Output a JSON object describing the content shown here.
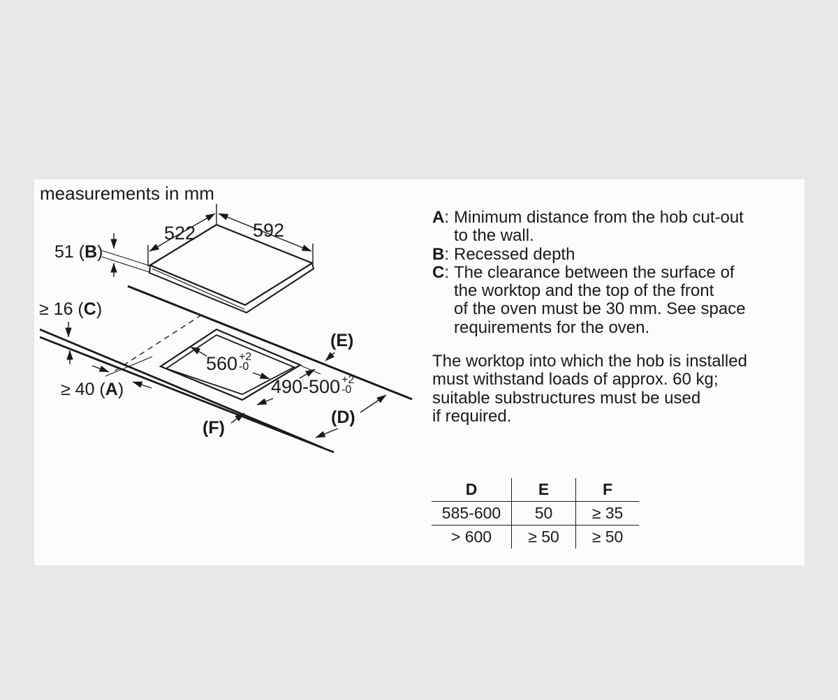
{
  "colors": {
    "background": "#e8e8e7",
    "panel": "#fcfcfc",
    "ink": "#1a1a1a"
  },
  "panel": {
    "title": "measurements in mm"
  },
  "diagram": {
    "hob_width": "592",
    "hob_depth": "522",
    "recessed_depth": {
      "pre": "51 (",
      "letter": "B",
      "post": ")"
    },
    "worktop_thickness": {
      "pre": "≥ 16 (",
      "letter": "C",
      "post": ")"
    },
    "wall_distance": {
      "pre": "≥ 40 (",
      "letter": "A",
      "post": ")"
    },
    "cutout_width": {
      "value": "560",
      "tol_plus": "+2",
      "tol_minus": "-0"
    },
    "cutout_depth": {
      "value": "490-500",
      "tol_plus": "+2",
      "tol_minus": "-0"
    },
    "label_e": "(E)",
    "label_d": "(D)",
    "label_f": "(F)"
  },
  "notes": {
    "definitions": [
      {
        "label": "A",
        "sep": ": ",
        "text": "Minimum distance from the hob cut-out"
      },
      {
        "text": "to the wall."
      },
      {
        "label": "B",
        "sep": ": ",
        "text": "Recessed depth"
      },
      {
        "label": "C",
        "sep": ": ",
        "text": "The clearance between the surface of"
      },
      {
        "text": "the worktop and the top of the front"
      },
      {
        "text": "of the oven must be 30 mm. See space"
      },
      {
        "text": "requirements for the oven."
      }
    ],
    "paragraph": [
      "The worktop into which the hob is installed",
      "must withstand loads of approx. 60 kg;",
      "suitable substructures must be used",
      "if required."
    ]
  },
  "table": {
    "headers": [
      "D",
      "E",
      "F"
    ],
    "rows": [
      [
        "585-600",
        "50",
        "≥ 35"
      ],
      [
        "> 600",
        "≥ 50",
        "≥ 50"
      ]
    ]
  }
}
